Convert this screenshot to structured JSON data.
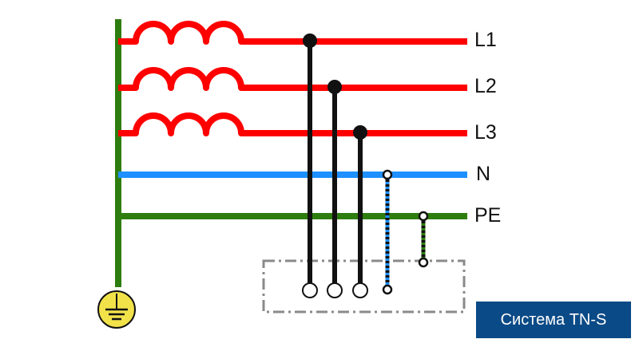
{
  "lines": {
    "l1": {
      "label": "L1"
    },
    "l2": {
      "label": "L2"
    },
    "l3": {
      "label": "L3"
    },
    "n": {
      "label": "N"
    },
    "pe": {
      "label": "PE"
    }
  },
  "caption": {
    "text": "Система TN-S"
  },
  "colors": {
    "phase": "#ff0000",
    "neutral": "#1e90ff",
    "protective_earth": "#2e7d0f",
    "conductor": "#111111",
    "ground_symbol_fill": "#f2e24a",
    "enclosure_border": "#8a8a8a",
    "caption_background": "#0a4a86"
  },
  "icons": {
    "ground": "ground-icon",
    "transformer_winding": "coil-icon"
  }
}
